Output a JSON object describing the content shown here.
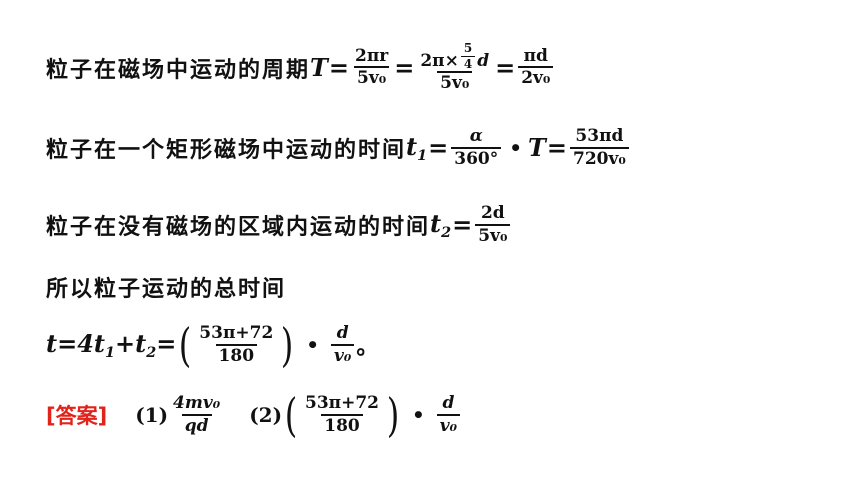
{
  "line1": {
    "text": "粒子在磁场中运动的周期",
    "var_T": "T",
    "eq": "=",
    "f1_num": "2πr",
    "f1_den": "5v₀",
    "f2_num_a": "2π×",
    "f2_num_b_num": "5",
    "f2_num_b_den": "4",
    "f2_num_c": "d",
    "f2_den": "5v₀",
    "f3_num": "πd",
    "f3_den": "2v₀"
  },
  "line2": {
    "text": "粒子在一个矩形磁场中运动的时间",
    "var": "t",
    "sub": "1",
    "eq": "=",
    "f1_num": "α",
    "f1_den": "360°",
    "dot": "•",
    "var_T": "T",
    "f2_num": "53πd",
    "f2_den": "720v₀"
  },
  "line3": {
    "text": "粒子在没有磁场的区域内运动的时间",
    "var": "t",
    "sub": "2",
    "eq": "=",
    "f_num": "2d",
    "f_den": "5v₀"
  },
  "line4": {
    "text": "所以粒子运动的总时间"
  },
  "line5": {
    "expr_a": "t=4t",
    "sub1": "1",
    "plus": "+t",
    "sub2": "2",
    "eq": "=",
    "lparen": "(",
    "f1_num": "53π+72",
    "f1_den": "180",
    "rparen": ")",
    "dot": "•",
    "f2_num": "d",
    "f2_den": "v₀",
    "end": "。"
  },
  "answer": {
    "label": "[答案]",
    "p1": "(1)",
    "a1_num": "4mv₀",
    "a1_den": "qd",
    "p2": "(2)",
    "lparen": "(",
    "a2_num": "53π+72",
    "a2_den": "180",
    "rparen": ")",
    "dot": "•",
    "a3_num": "d",
    "a3_den": "v₀"
  },
  "colors": {
    "answer_label": "#e0241b",
    "text": "#111111"
  }
}
